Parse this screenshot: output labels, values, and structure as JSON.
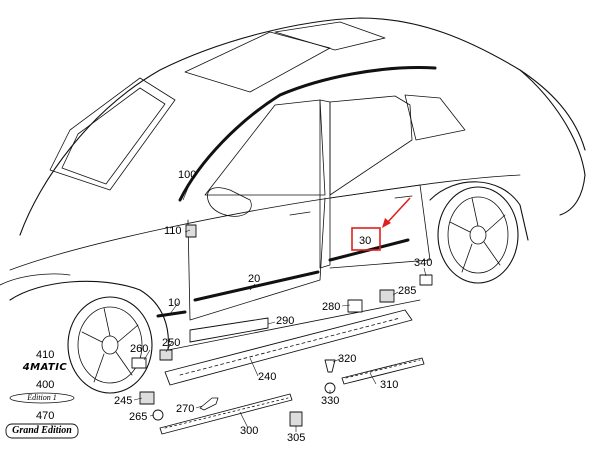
{
  "callouts": [
    {
      "id": "c100",
      "text": "100"
    },
    {
      "id": "c110",
      "text": "110"
    },
    {
      "id": "c30",
      "text": "30"
    },
    {
      "id": "c20",
      "text": "20"
    },
    {
      "id": "c10",
      "text": "10"
    },
    {
      "id": "c340",
      "text": "340"
    },
    {
      "id": "c280",
      "text": "280"
    },
    {
      "id": "c285",
      "text": "285"
    },
    {
      "id": "c290",
      "text": "290"
    },
    {
      "id": "c250",
      "text": "250"
    },
    {
      "id": "c260",
      "text": "260"
    },
    {
      "id": "c320",
      "text": "320"
    },
    {
      "id": "c240",
      "text": "240"
    },
    {
      "id": "c310",
      "text": "310"
    },
    {
      "id": "c330",
      "text": "330"
    },
    {
      "id": "c270",
      "text": "270"
    },
    {
      "id": "c245",
      "text": "245"
    },
    {
      "id": "c265",
      "text": "265"
    },
    {
      "id": "c300",
      "text": "300"
    },
    {
      "id": "c305",
      "text": "305"
    },
    {
      "id": "c410",
      "text": "410"
    },
    {
      "id": "c400",
      "text": "400"
    },
    {
      "id": "c470",
      "text": "470"
    }
  ],
  "badges": {
    "matic": "4MATIC",
    "edition": "Edition 1",
    "grand": "Grand Edition"
  },
  "highlight": {
    "color": "#e0201c",
    "target": "30"
  }
}
